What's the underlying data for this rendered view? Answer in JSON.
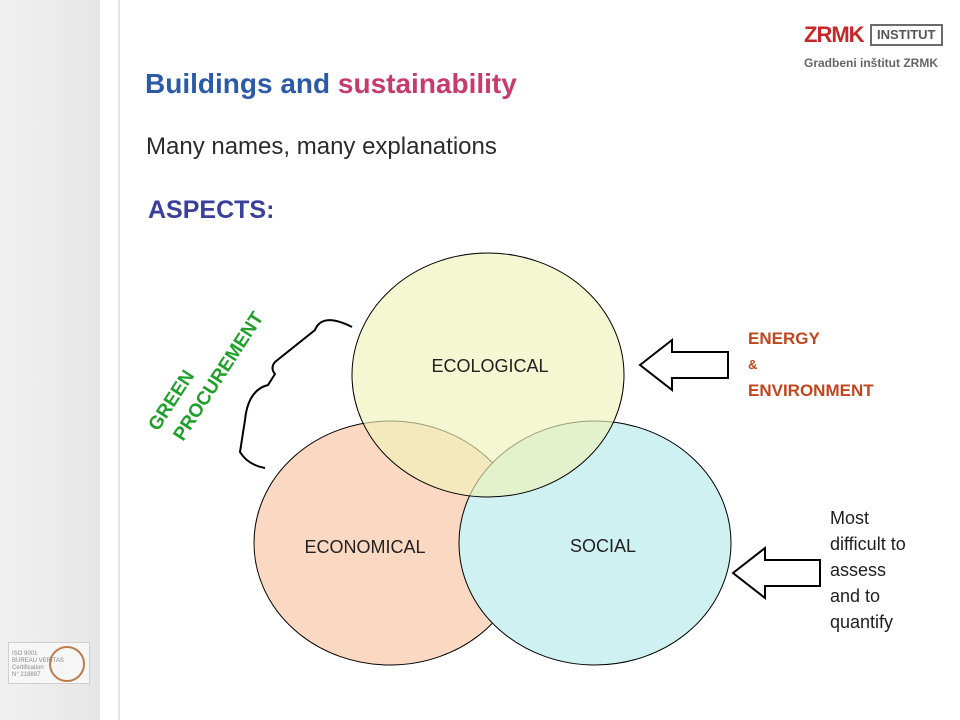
{
  "slide": {
    "title_part1": "Buildings and",
    "title_part2": "sustainability",
    "subtitle": "Many names, many explanations",
    "section_label": "ASPECTS:"
  },
  "logo": {
    "mark": "ZRMK",
    "box_text": "INSTITUT",
    "subtitle": "Gradbeni inštitut ZRMK"
  },
  "venn": {
    "circles": [
      {
        "label": "ECOLOGICAL",
        "color": "#eef3b8"
      },
      {
        "label": "ECONOMICAL",
        "color": "#fbd8c2"
      },
      {
        "label": "SOCIAL",
        "color": "#cff1f1"
      }
    ],
    "bracket_label_line1": "GREEN",
    "bracket_label_line2": "PROCUREMENT",
    "bracket_label_color": "#1fa02a"
  },
  "annotations": {
    "energy_line1": "ENERGY",
    "energy_amp": "&",
    "energy_line2": "ENVIRONMENT",
    "energy_color": "#c0461c",
    "social_note": [
      "Most",
      "difficult to",
      "assess",
      "and to",
      "quantify"
    ]
  },
  "certification": {
    "line1": "ISO 9001",
    "line2": "BUREAU VERITAS",
    "line3": "Certification",
    "line4": "N° 218887"
  }
}
